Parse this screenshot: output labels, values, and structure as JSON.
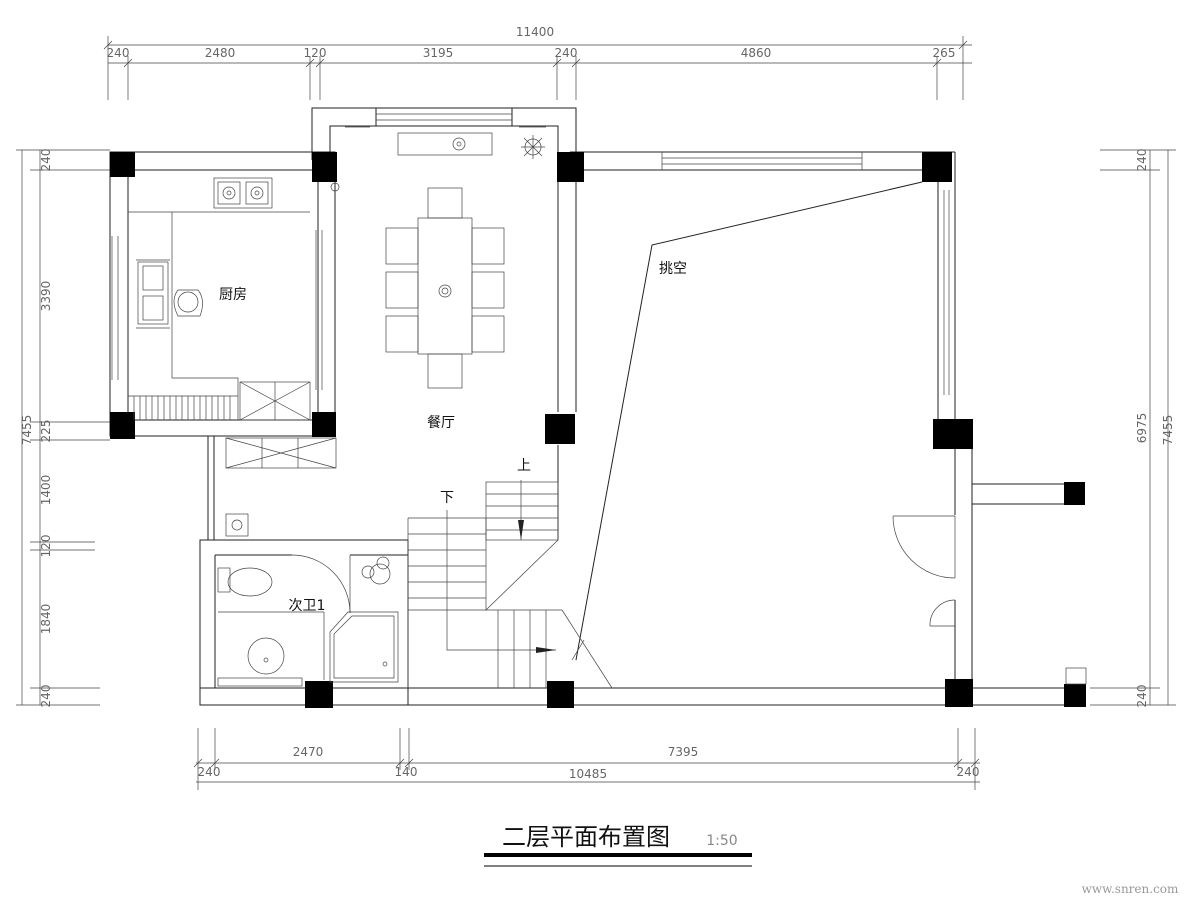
{
  "drawing": {
    "title": "二层平面布置图",
    "scale": "1:50",
    "watermark": "www.snren.com"
  },
  "rooms": {
    "kitchen": "厨房",
    "dining": "餐厅",
    "void": "挑空",
    "bath": "次卫1",
    "stair_up": "上",
    "stair_down": "下"
  },
  "dims_top": {
    "total": "11400",
    "segments": [
      "240",
      "2480",
      "120",
      "3195",
      "240",
      "4860",
      "265"
    ]
  },
  "dims_bottom": {
    "total": "10485",
    "segments": [
      "240",
      "2470",
      "140",
      "7395",
      "240"
    ]
  },
  "dims_left": {
    "total": "7455",
    "segments": [
      "240",
      "3390",
      "225",
      "1400",
      "120",
      "1840",
      "240"
    ]
  },
  "dims_right": {
    "total": "7455",
    "inner": "6975",
    "segments": [
      "240",
      "240"
    ]
  }
}
